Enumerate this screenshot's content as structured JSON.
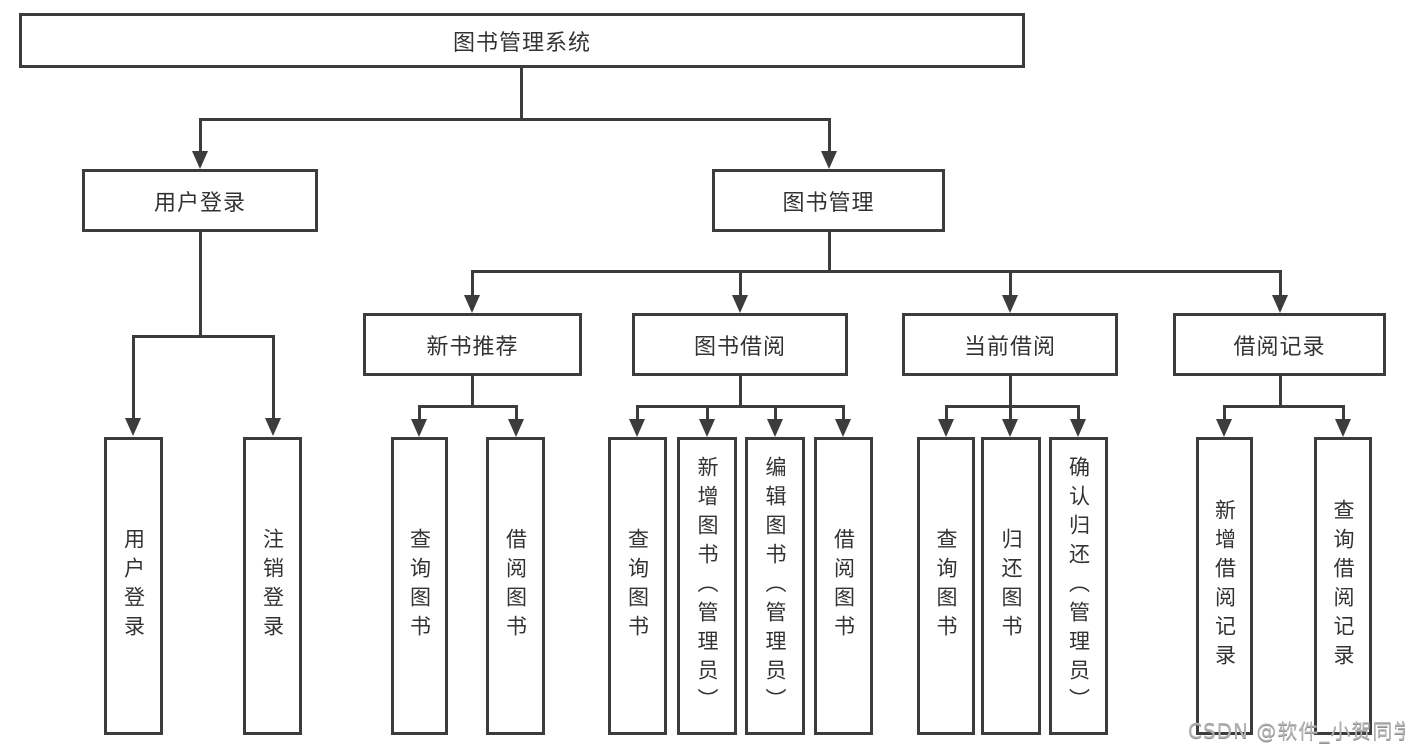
{
  "tree": {
    "root": {
      "label": "图书管理系统",
      "children": [
        {
          "label": "用户登录",
          "children": [
            {
              "label": "用户登录"
            },
            {
              "label": "注销登录"
            }
          ]
        },
        {
          "label": "图书管理",
          "children": [
            {
              "label": "新书推荐",
              "children": [
                {
                  "label": "查询图书"
                },
                {
                  "label": "借阅图书"
                }
              ]
            },
            {
              "label": "图书借阅",
              "children": [
                {
                  "label": "查询图书"
                },
                {
                  "label": "新增图书（管理员）"
                },
                {
                  "label": "编辑图书（管理员）"
                },
                {
                  "label": "借阅图书"
                }
              ]
            },
            {
              "label": "当前借阅",
              "children": [
                {
                  "label": "查询图书"
                },
                {
                  "label": "归还图书"
                },
                {
                  "label": "确认归还（管理员）"
                }
              ]
            },
            {
              "label": "借阅记录",
              "children": [
                {
                  "label": "新增借阅记录"
                },
                {
                  "label": "查询借阅记录"
                }
              ]
            }
          ]
        }
      ]
    }
  },
  "watermark": "CSDN @软件_小贺同学",
  "colors": {
    "line": "#3c3c3c",
    "text": "#333333",
    "background": "#ffffff",
    "watermark": "#b2b2b2"
  }
}
